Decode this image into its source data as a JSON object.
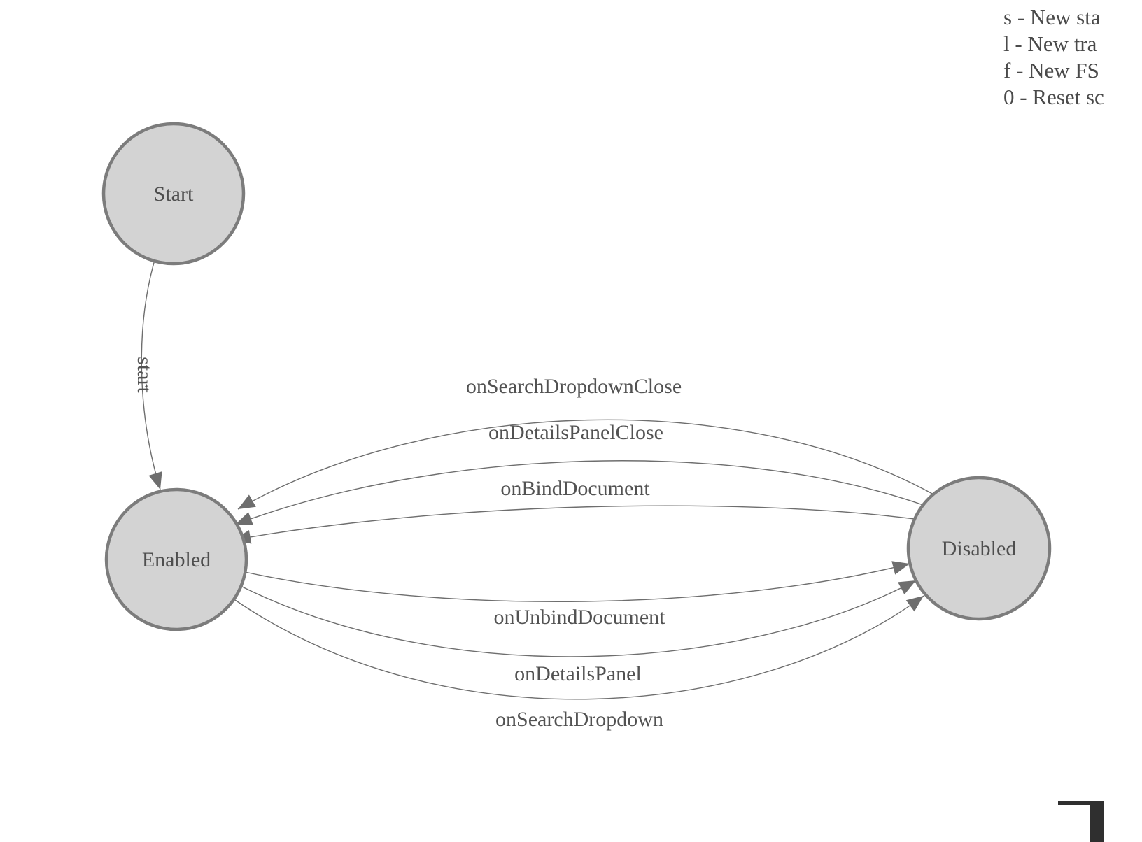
{
  "diagram": {
    "type": "finite-state-machine",
    "states": [
      {
        "label": "Start"
      },
      {
        "label": "Enabled"
      },
      {
        "label": "Disabled"
      }
    ],
    "transitions": [
      {
        "label": "start",
        "from": "Start",
        "to": "Enabled"
      },
      {
        "label": "onSearchDropdownClose",
        "from": "Disabled",
        "to": "Enabled"
      },
      {
        "label": "onDetailsPanelClose",
        "from": "Disabled",
        "to": "Enabled"
      },
      {
        "label": "onBindDocument",
        "from": "Disabled",
        "to": "Enabled"
      },
      {
        "label": "onUnbindDocument",
        "from": "Enabled",
        "to": "Disabled"
      },
      {
        "label": "onDetailsPanel",
        "from": "Enabled",
        "to": "Disabled"
      },
      {
        "label": "onSearchDropdown",
        "from": "Enabled",
        "to": "Disabled"
      }
    ],
    "colors": {
      "node_fill": "#d3d3d3",
      "node_stroke": "#7c7c7c",
      "edge_stroke": "#6e6e6e",
      "label_text": "#525252",
      "background": "#ffffff"
    }
  },
  "legend": {
    "items": [
      {
        "text": "s - New sta"
      },
      {
        "text": "l - New tra"
      },
      {
        "text": "f - New FS"
      },
      {
        "text": "0 - Reset sc"
      }
    ]
  }
}
